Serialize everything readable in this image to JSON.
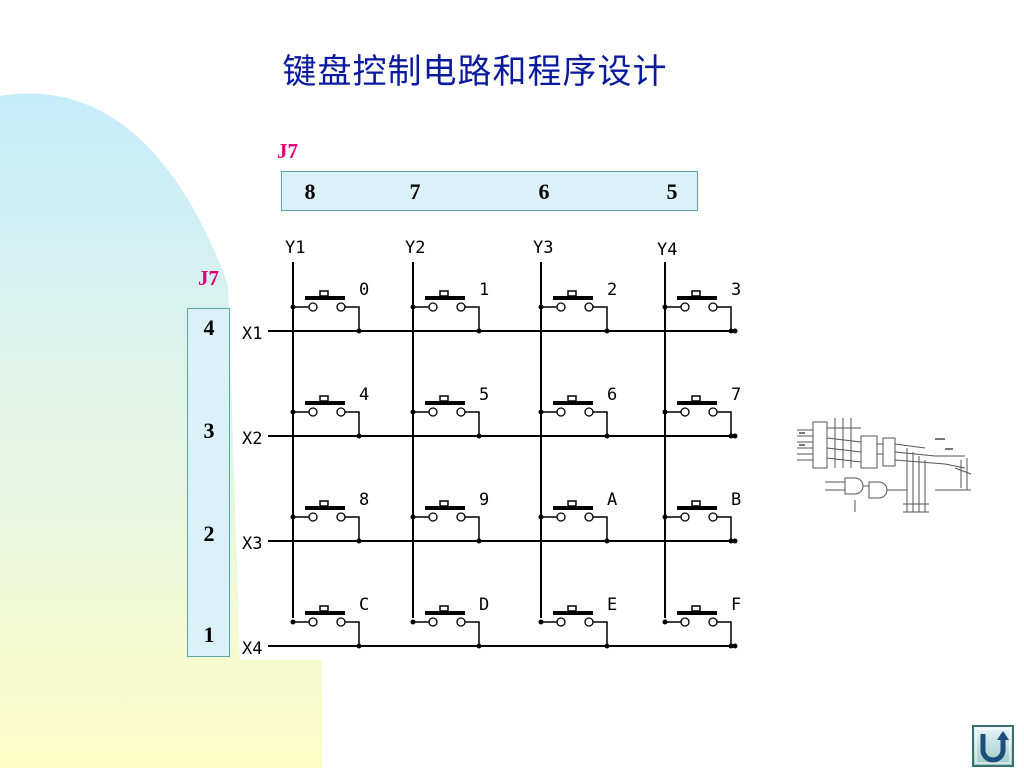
{
  "title": "键盘控制电路和程序设计",
  "connector_top": {
    "label": "J7",
    "pins": [
      "8",
      "7",
      "6",
      "5"
    ]
  },
  "connector_left": {
    "label": "J7",
    "pins": [
      "4",
      "3",
      "2",
      "1"
    ]
  },
  "columns": [
    "Y1",
    "Y2",
    "Y3",
    "Y4"
  ],
  "rows": [
    "X1",
    "X2",
    "X3",
    "X4"
  ],
  "keys": [
    [
      "0",
      "1",
      "2",
      "3"
    ],
    [
      "4",
      "5",
      "6",
      "7"
    ],
    [
      "8",
      "9",
      "A",
      "B"
    ],
    [
      "C",
      "D",
      "E",
      "F"
    ]
  ],
  "colors": {
    "title": "#0a1a9e",
    "connector_label": "#e0007a",
    "connector_fill": "#d9f1f7",
    "background_blob_top": "#c6ecfb",
    "background_blob_bottom": "#fdfcc4"
  },
  "home_button": {
    "icon": "u-turn-return-icon"
  }
}
